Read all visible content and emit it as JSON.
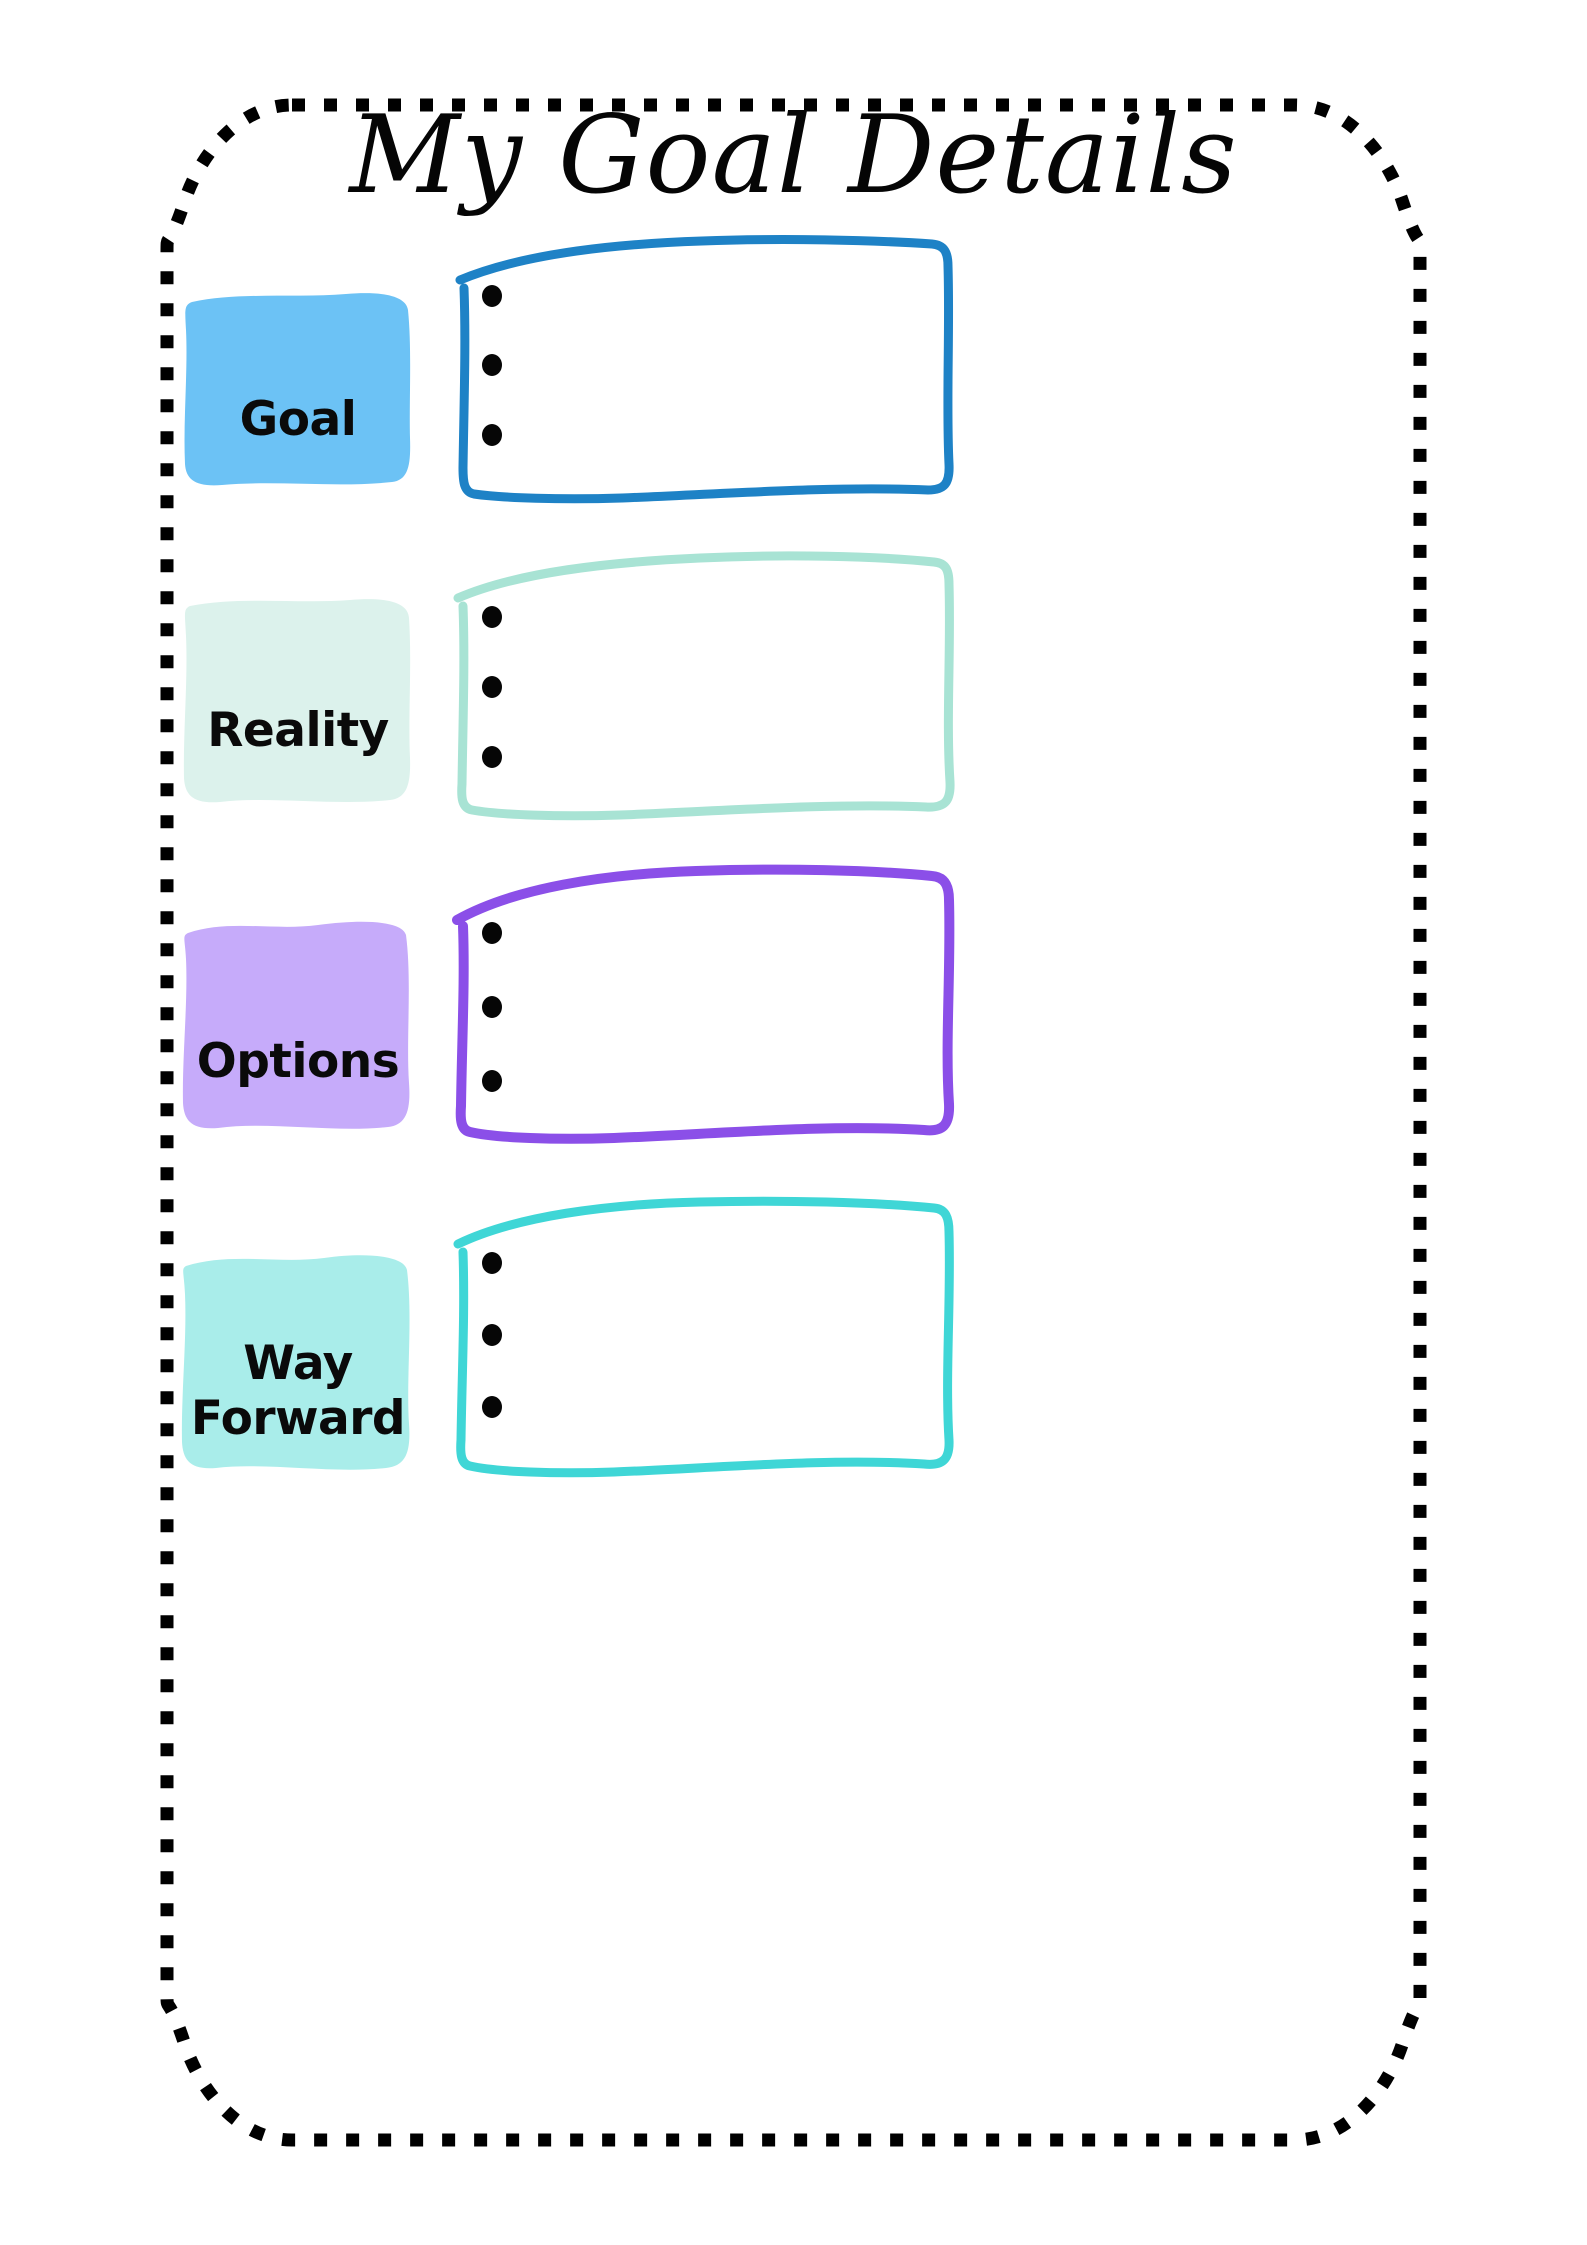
{
  "page": {
    "title": "My Goal Details",
    "background_color": "#FFFFFF",
    "frame": {
      "name": "dotted-decorative-frame",
      "color": "#000000",
      "style": "square-dotted"
    }
  },
  "sections": [
    {
      "id": "goal",
      "label": "Goal",
      "chip_color": "#6CC2F5",
      "outline_color": "#1E82C6",
      "bullets": [
        "",
        "",
        ""
      ],
      "bullet_count": 3
    },
    {
      "id": "reality",
      "label": "Reality",
      "chip_color": "#DCF2EC",
      "outline_color": "#A8E3D4",
      "bullets": [
        "",
        "",
        ""
      ],
      "bullet_count": 3
    },
    {
      "id": "options",
      "label": "Options",
      "chip_color": "#C6ABFA",
      "outline_color": "#8B4FE8",
      "bullets": [
        "",
        "",
        ""
      ],
      "bullet_count": 3
    },
    {
      "id": "wayforward",
      "label_line1": "Way",
      "label_line2": "Forward",
      "label": "Way Forward",
      "chip_color": "#A9EDEA",
      "outline_color": "#3FD6D6",
      "bullets": [
        "",
        "",
        ""
      ],
      "bullet_count": 3
    }
  ]
}
